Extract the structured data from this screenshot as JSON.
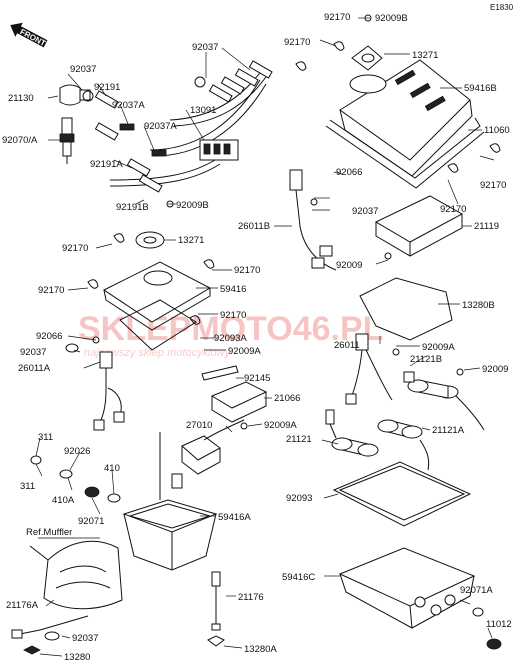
{
  "diagram_code": "E1830",
  "front_label": "FRONT",
  "watermark_main": "SKLEPMOTO46.PL",
  "watermark_sub": "najnowszy sklep motocyklowy",
  "labels": {
    "l_92170_a": "92170",
    "l_92009b_a": "92009B",
    "l_92170_b": "92170",
    "l_13271_a": "13271",
    "l_92037_a": "92037",
    "l_92037_b": "92037",
    "l_92191": "92191",
    "l_21130": "21130",
    "l_92037a_a": "92037A",
    "l_13091": "13091",
    "l_59416b": "59416B",
    "l_92037a_b": "92037A",
    "l_11060": "11060",
    "l_92070a": "92070/A",
    "l_92191a": "92191A",
    "l_92066_a": "92066",
    "l_92037_c": "92037",
    "l_92170_c": "92170",
    "l_92170_d": "92170",
    "l_92191b": "92191B",
    "l_92009b_b": "92009B",
    "l_26011b": "26011B",
    "l_21119": "21119",
    "l_13271_b": "13271",
    "l_92170_e": "92170",
    "l_92009_a": "92009",
    "l_92170_f": "92170",
    "l_92170_g": "92170",
    "l_59416": "59416",
    "l_13280b": "13280B",
    "l_92170_h": "92170",
    "l_92066_b": "92066",
    "l_92093a": "92093A",
    "l_92037_d": "92037",
    "l_92009a_a": "92009A",
    "l_26011": "26011",
    "l_92009a_b": "92009A",
    "l_26011a": "26011A",
    "l_21121b": "21121B",
    "l_92009_b": "92009",
    "l_92145": "92145",
    "l_21066": "21066",
    "l_311_a": "311",
    "l_27010": "27010",
    "l_92009a_c": "92009A",
    "l_21121a": "21121A",
    "l_92026": "92026",
    "l_21121": "21121",
    "l_410": "410",
    "l_311_b": "311",
    "l_410a": "410A",
    "l_92093": "92093",
    "l_92071": "92071",
    "l_59416a": "59416A",
    "l_ref_muffler": "Ref.Muffler",
    "l_59416c": "59416C",
    "l_21176a": "21176A",
    "l_21176": "21176",
    "l_92071a": "92071A",
    "l_11012": "11012",
    "l_92037_e": "92037",
    "l_13280": "13280",
    "l_13280a": "13280A"
  }
}
